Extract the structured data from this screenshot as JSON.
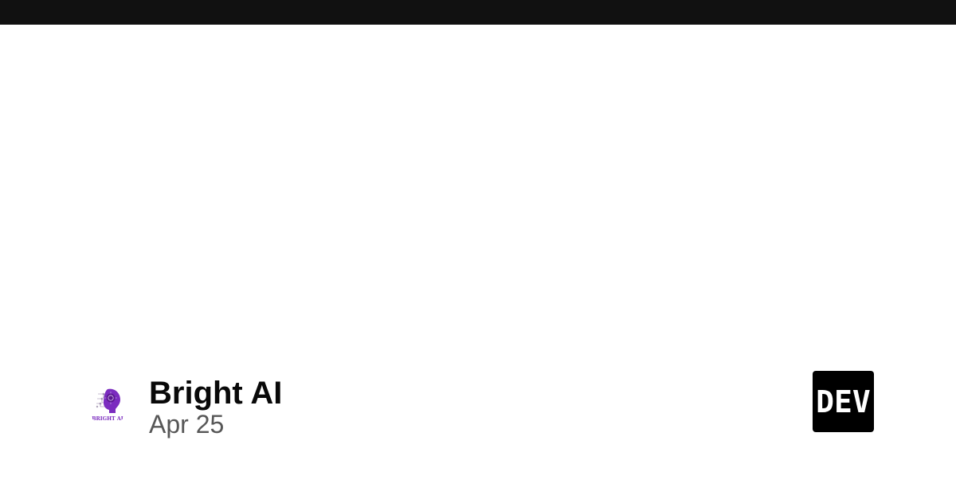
{
  "header": {
    "bar_color": "#111111"
  },
  "card": {
    "author": {
      "name": "Bright AI",
      "avatar_icon": "bright-ai-logo",
      "avatar_text": "BRIGHT AI"
    },
    "date": "Apr 25",
    "brand": {
      "logo_icon": "dev-logo",
      "logo_text": "DEV",
      "logo_color": "#000000"
    },
    "colors": {
      "avatar_purple": "#7b2cbf",
      "text_primary": "#090909",
      "text_secondary": "#575757"
    }
  }
}
